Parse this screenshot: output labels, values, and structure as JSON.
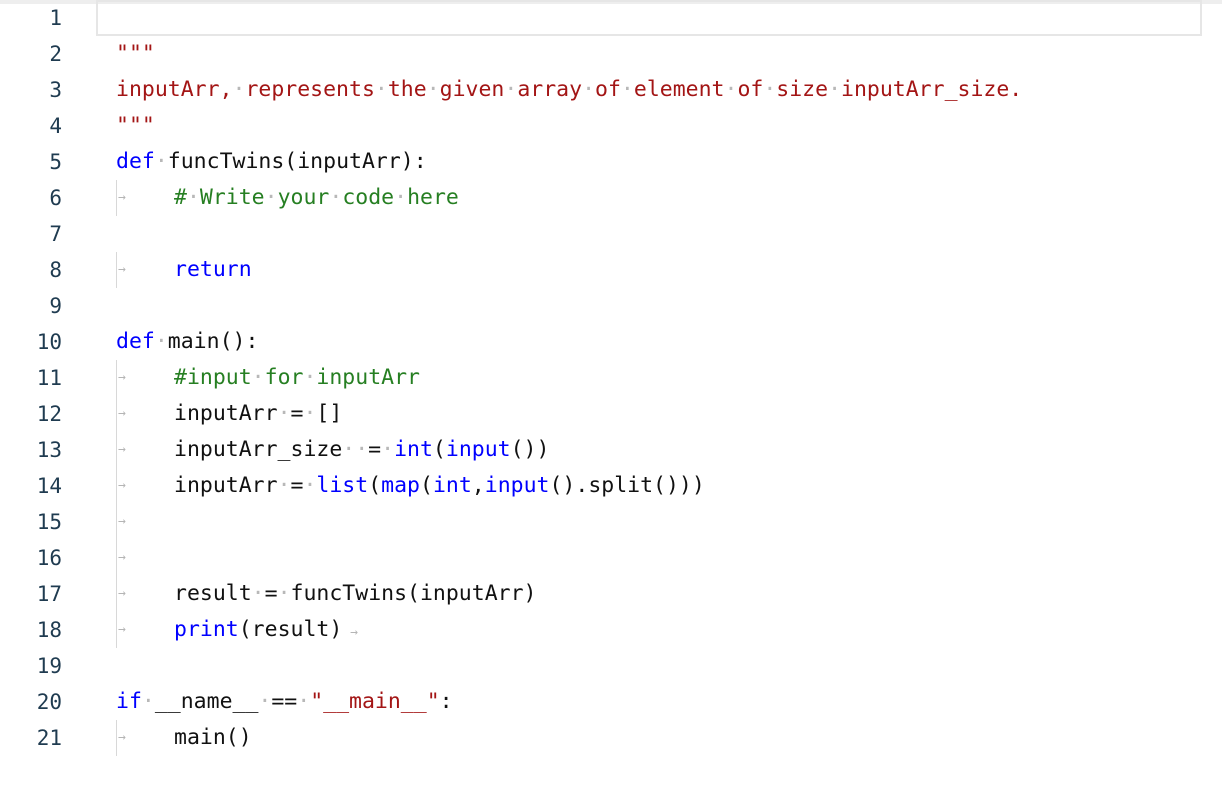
{
  "editor": {
    "lines": [
      {
        "number": "1",
        "indent": 0,
        "current": true,
        "tokens": []
      },
      {
        "number": "2",
        "indent": 0,
        "current": false,
        "tokens": [
          {
            "text": "\"\"\"",
            "type": "str"
          }
        ]
      },
      {
        "number": "3",
        "indent": 0,
        "current": false,
        "tokens": [
          {
            "text": "inputArr, represents the given array of element of size inputArr_size.",
            "type": "str"
          }
        ]
      },
      {
        "number": "4",
        "indent": 0,
        "current": false,
        "tokens": [
          {
            "text": "\"\"\"",
            "type": "str"
          }
        ]
      },
      {
        "number": "5",
        "indent": 0,
        "current": false,
        "tokens": [
          {
            "text": "def",
            "type": "kw"
          },
          {
            "text": " funcTwins(inputArr):",
            "type": "id"
          }
        ]
      },
      {
        "number": "6",
        "indent": 1,
        "current": false,
        "tokens": [
          {
            "text": "# Write your code here",
            "type": "cm"
          }
        ]
      },
      {
        "number": "7",
        "indent": 0,
        "current": false,
        "tokens": []
      },
      {
        "number": "8",
        "indent": 1,
        "current": false,
        "tokens": [
          {
            "text": "return",
            "type": "kw"
          }
        ]
      },
      {
        "number": "9",
        "indent": 0,
        "current": false,
        "tokens": []
      },
      {
        "number": "10",
        "indent": 0,
        "current": false,
        "tokens": [
          {
            "text": "def",
            "type": "kw"
          },
          {
            "text": " main():",
            "type": "id"
          }
        ]
      },
      {
        "number": "11",
        "indent": 1,
        "current": false,
        "tokens": [
          {
            "text": "#input for inputArr",
            "type": "cm"
          }
        ]
      },
      {
        "number": "12",
        "indent": 1,
        "current": false,
        "tokens": [
          {
            "text": "inputArr = []",
            "type": "id"
          }
        ]
      },
      {
        "number": "13",
        "indent": 1,
        "current": false,
        "tokens": [
          {
            "text": "inputArr_size  = ",
            "type": "id"
          },
          {
            "text": "int",
            "type": "kw"
          },
          {
            "text": "(",
            "type": "id"
          },
          {
            "text": "input",
            "type": "kw"
          },
          {
            "text": "())",
            "type": "id"
          }
        ]
      },
      {
        "number": "14",
        "indent": 1,
        "current": false,
        "tokens": [
          {
            "text": "inputArr = ",
            "type": "id"
          },
          {
            "text": "list",
            "type": "kw"
          },
          {
            "text": "(",
            "type": "id"
          },
          {
            "text": "map",
            "type": "kw"
          },
          {
            "text": "(",
            "type": "id"
          },
          {
            "text": "int",
            "type": "kw"
          },
          {
            "text": ",",
            "type": "id"
          },
          {
            "text": "input",
            "type": "kw"
          },
          {
            "text": "().split()))",
            "type": "id"
          }
        ]
      },
      {
        "number": "15",
        "indent": 1,
        "current": false,
        "tokens": []
      },
      {
        "number": "16",
        "indent": 1,
        "current": false,
        "tokens": []
      },
      {
        "number": "17",
        "indent": 1,
        "current": false,
        "tokens": [
          {
            "text": "result = funcTwins(inputArr)",
            "type": "id"
          }
        ]
      },
      {
        "number": "18",
        "indent": 1,
        "current": false,
        "trailingTab": true,
        "tokens": [
          {
            "text": "print",
            "type": "kw"
          },
          {
            "text": "(result)",
            "type": "id"
          }
        ]
      },
      {
        "number": "19",
        "indent": 0,
        "current": false,
        "tokens": []
      },
      {
        "number": "20",
        "indent": 0,
        "current": false,
        "tokens": [
          {
            "text": "if",
            "type": "kw"
          },
          {
            "text": " __name__ == ",
            "type": "id"
          },
          {
            "text": "\"__main__\"",
            "type": "str"
          },
          {
            "text": ":",
            "type": "id"
          }
        ]
      },
      {
        "number": "21",
        "indent": 1,
        "current": false,
        "tokens": [
          {
            "text": "main()",
            "type": "id"
          }
        ]
      }
    ]
  }
}
